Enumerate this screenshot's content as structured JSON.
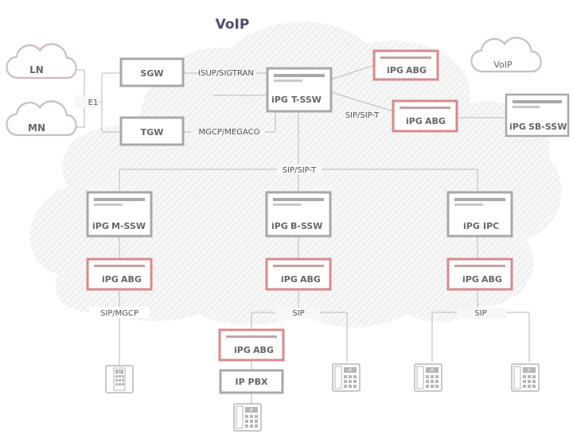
{
  "title": "VoIP",
  "clouds": {
    "ln": "LN",
    "mn": "MN",
    "voip": "VoIP"
  },
  "nodes": {
    "sgw": "SGW",
    "tgw": "TGW",
    "t_ssw": "T-SSW",
    "abg_top": "ABG",
    "abg_mid": "ABG",
    "sb_ssw": "SB-SSW",
    "m_ssw": "M-SSW",
    "b_ssw": "B-SSW",
    "ipc": "IPC",
    "abg_left": "ABG",
    "abg_center": "ABG",
    "abg_right": "ABG",
    "abg_pbx": "ABG",
    "ip_pbx": "IP PBX"
  },
  "brand": "iPG",
  "links": {
    "e1": "E1",
    "isup": "ISUP/SIGTRAN",
    "mgcp_megaco": "MGCP/MEGACO",
    "sip_t_right": "SIP/SIP-T",
    "sip_t_bus": "SIP/SIP-T",
    "sip_mgcp": "SIP/MGCP",
    "sip_center": "SIP",
    "sip_right": "SIP"
  },
  "phone_tag": "IP",
  "colors": {
    "red_border": "#d98a8a",
    "gray_border": "#a8a8a8",
    "line": "#c6c6c6"
  }
}
